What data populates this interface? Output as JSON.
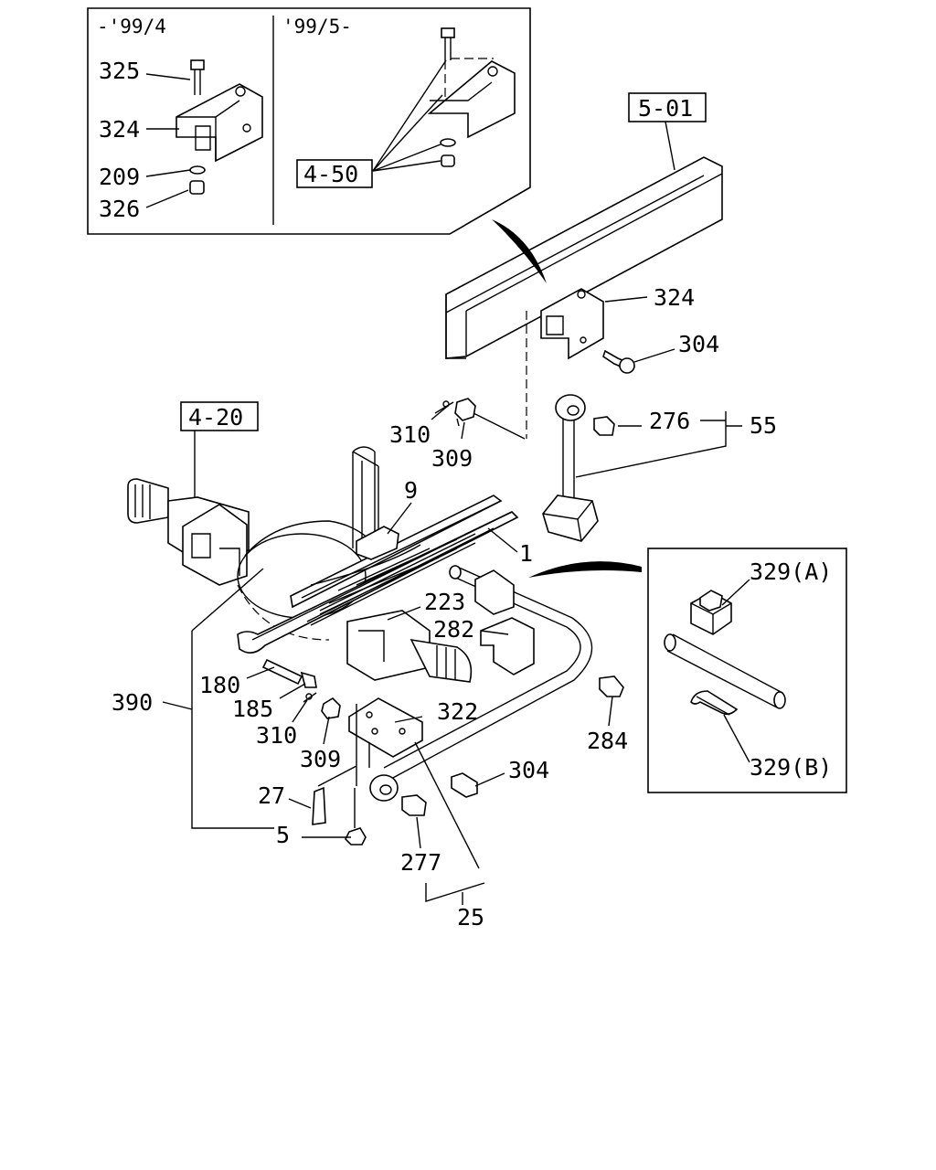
{
  "inset_top": {
    "left_header": "-'99/4",
    "right_header": "'99/5-",
    "ref": "4-50"
  },
  "inset_right": {
    "label_a": "329(A)",
    "label_b": "329(B)"
  },
  "refs": {
    "frame": "5-01",
    "axle": "4-20"
  },
  "labels": {
    "l325": "325",
    "l324_inset": "324",
    "l209": "209",
    "l326": "326",
    "l324": "324",
    "l304_top": "304",
    "l310_top": "310",
    "l309_top": "309",
    "l276": "276",
    "l55": "55",
    "l9": "9",
    "l1": "1",
    "l223": "223",
    "l282": "282",
    "l180": "180",
    "l185": "185",
    "l390": "390",
    "l310_bot": "310",
    "l309_bot": "309",
    "l322": "322",
    "l284": "284",
    "l304_bot": "304",
    "l27": "27",
    "l5": "5",
    "l277": "277",
    "l25": "25"
  }
}
